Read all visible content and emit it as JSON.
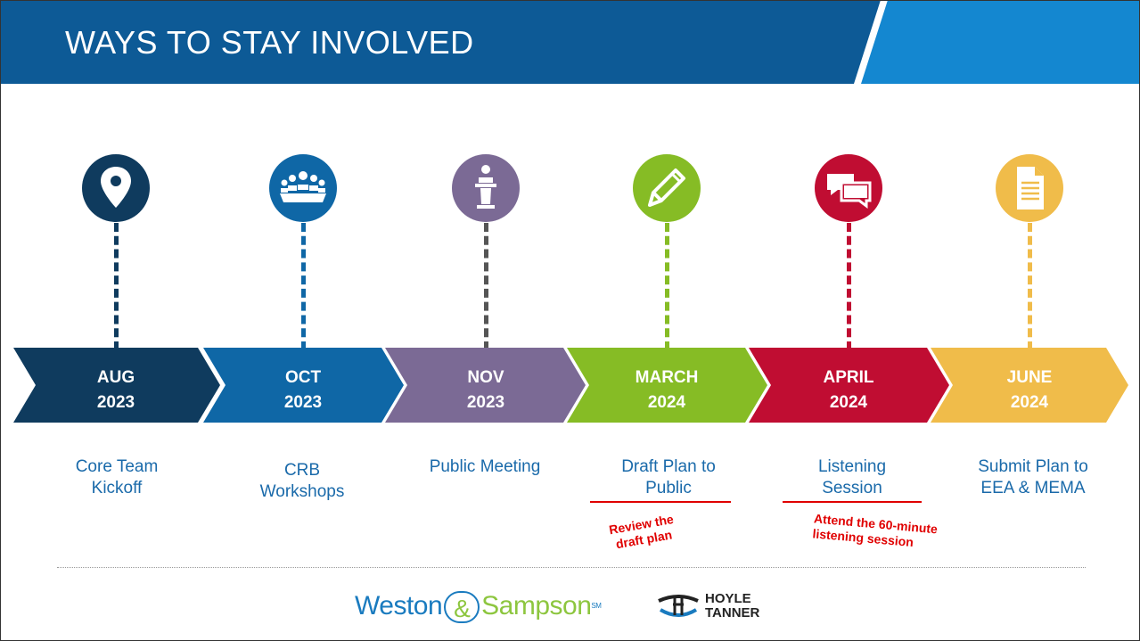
{
  "header": {
    "title": "WAYS TO STAY INVOLVED",
    "colors": {
      "dark": "#0d5a96",
      "light": "#1487d0"
    }
  },
  "timeline": [
    {
      "month": "AUG",
      "year": "2023",
      "label_line1": "Core Team",
      "label_line2": "Kickoff",
      "color": "#0f3b5e",
      "icon": "map-pin-icon",
      "underlined": false
    },
    {
      "month": "OCT",
      "year": "2023",
      "label_line1": "CRB",
      "label_line2": "Workshops",
      "color": "#0f67a6",
      "icon": "group-meeting-icon",
      "underlined": false
    },
    {
      "month": "NOV",
      "year": "2023",
      "label_line1": "Public Meeting",
      "label_line2": "",
      "color": "#7b6a95",
      "icon": "podium-icon",
      "underlined": false
    },
    {
      "month": "MARCH",
      "year": "2024",
      "label_line1": "Draft Plan to",
      "label_line2": "Public",
      "color": "#86bc25",
      "icon": "pencil-icon",
      "underlined": true
    },
    {
      "month": "APRIL",
      "year": "2024",
      "label_line1": "Listening",
      "label_line2": "Session",
      "color": "#c00d32",
      "icon": "chat-bubbles-icon",
      "underlined": true
    },
    {
      "month": "JUNE",
      "year": "2024",
      "label_line1": "Submit Plan to",
      "label_line2": "EEA & MEMA",
      "color": "#f0bc4a",
      "icon": "document-icon",
      "underlined": false
    }
  ],
  "annotations": {
    "review_line1": "Review the",
    "review_line2": "draft plan",
    "attend_line1": "Attend the 60-minute",
    "attend_line2": "listening session"
  },
  "logos": {
    "weston": "Weston",
    "amp": "&",
    "sampson": "Sampson",
    "sm": "SM",
    "hoyle": "HOYLE",
    "tanner": "TANNER"
  }
}
